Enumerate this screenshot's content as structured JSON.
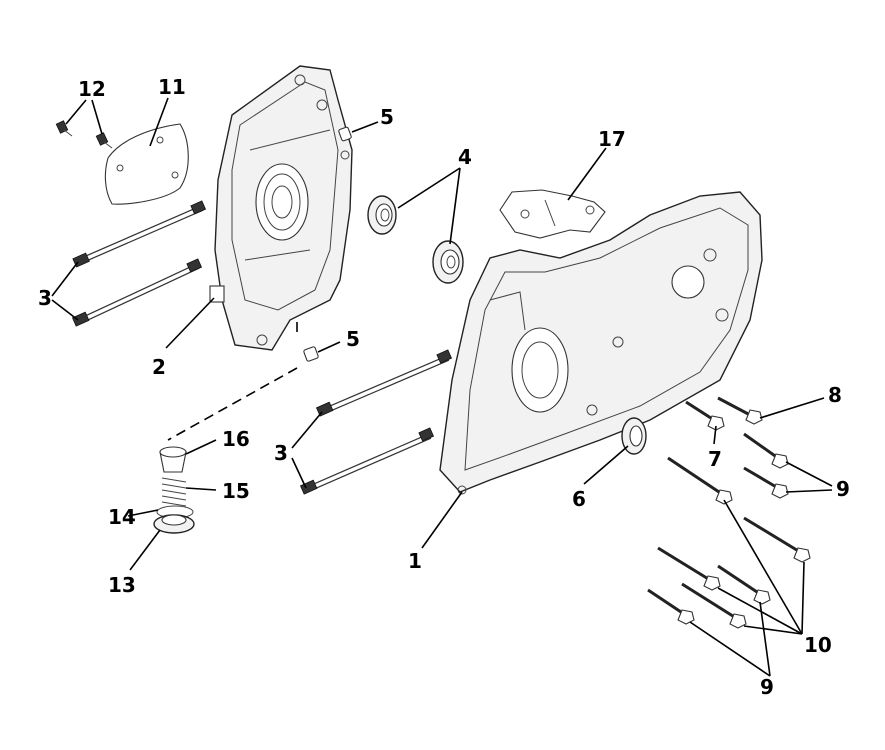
{
  "callouts": {
    "c1": "1",
    "c2": "2",
    "c3a": "3",
    "c3b": "3",
    "c4a": "4",
    "c4b": "4",
    "c5a": "5",
    "c5b": "5",
    "c6": "6",
    "c7": "7",
    "c8": "8",
    "c9a": "9",
    "c9b": "9",
    "c10": "10",
    "c11": "11",
    "c12": "12",
    "c13": "13",
    "c14": "14",
    "c15": "15",
    "c16": "16",
    "c17": "17"
  }
}
